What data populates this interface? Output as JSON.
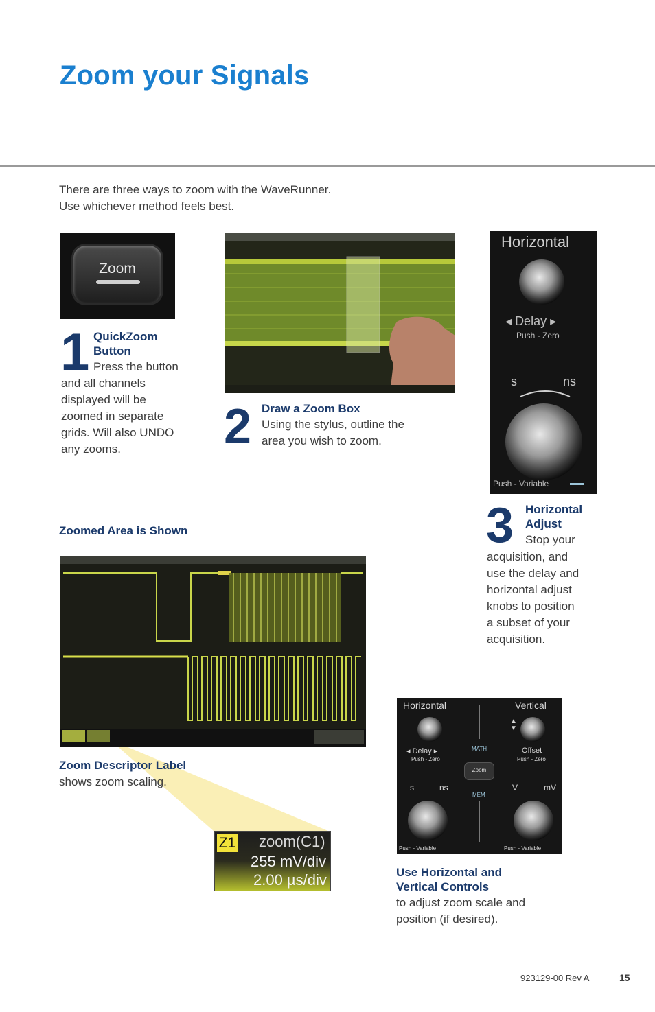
{
  "page": {
    "title": "Zoom your Signals",
    "intro_line1": "There are three ways to zoom with the WaveRunner.",
    "intro_line2": "Use whichever method feels best."
  },
  "step1": {
    "number": "1",
    "heading_line1": "QuickZoom",
    "heading_line2": "Button",
    "body_first": "Press the button",
    "body_rest": [
      "and all channels",
      "displayed will be",
      "zoomed in separate",
      "grids. Will also UNDO",
      "any zooms."
    ],
    "button_label": "Zoom"
  },
  "step2": {
    "number": "2",
    "heading": "Draw a Zoom Box",
    "body_line1": "Using the stylus, outline the",
    "body_line2": "area you wish to zoom."
  },
  "step3": {
    "number": "3",
    "heading_line1": "Horizontal",
    "heading_line2": "Adjust",
    "body_first": "Stop your",
    "body_rest": [
      "acquisition, and",
      "use the delay and",
      "horizontal adjust",
      "knobs to position",
      "a subset of your",
      "acquisition."
    ],
    "panel": {
      "title": "Horizontal",
      "delay": "Delay",
      "push_zero": "Push - Zero",
      "s": "s",
      "ns": "ns",
      "push_variable": "Push - Variable"
    }
  },
  "zoomed": {
    "heading": "Zoomed Area is Shown"
  },
  "descriptor": {
    "heading": "Zoom Descriptor Label",
    "body": "shows zoom scaling.",
    "label_tag": "Z1",
    "label_name": "zoom(C1)",
    "label_vdiv": "255 mV/div",
    "label_tdiv": "2.00 µs/div"
  },
  "controls": {
    "heading_line1": "Use Horizontal and",
    "heading_line2": "Vertical Controls",
    "body_line1": "to adjust zoom scale and",
    "body_line2": "position (if desired).",
    "panel": {
      "horizontal": "Horizontal",
      "vertical": "Vertical",
      "delay": "Delay",
      "offset": "Offset",
      "push_zero_left": "Push - Zero",
      "push_zero_right": "Push - Zero",
      "math": "MATH",
      "zoom": "Zoom",
      "mem": "MEM",
      "s": "s",
      "ns": "ns",
      "v": "V",
      "mv": "mV",
      "push_variable_left": "Push - Variable",
      "push_variable_right": "Push - Variable"
    }
  },
  "footer": {
    "doc_number": "923129-00 Rev A",
    "page_number": "15"
  },
  "colors": {
    "title_blue": "#1a7fcf",
    "heading_navy": "#1b3a6b",
    "trace_yellow": "#d8e04a",
    "highlight_yellow": "#f5e27a"
  }
}
